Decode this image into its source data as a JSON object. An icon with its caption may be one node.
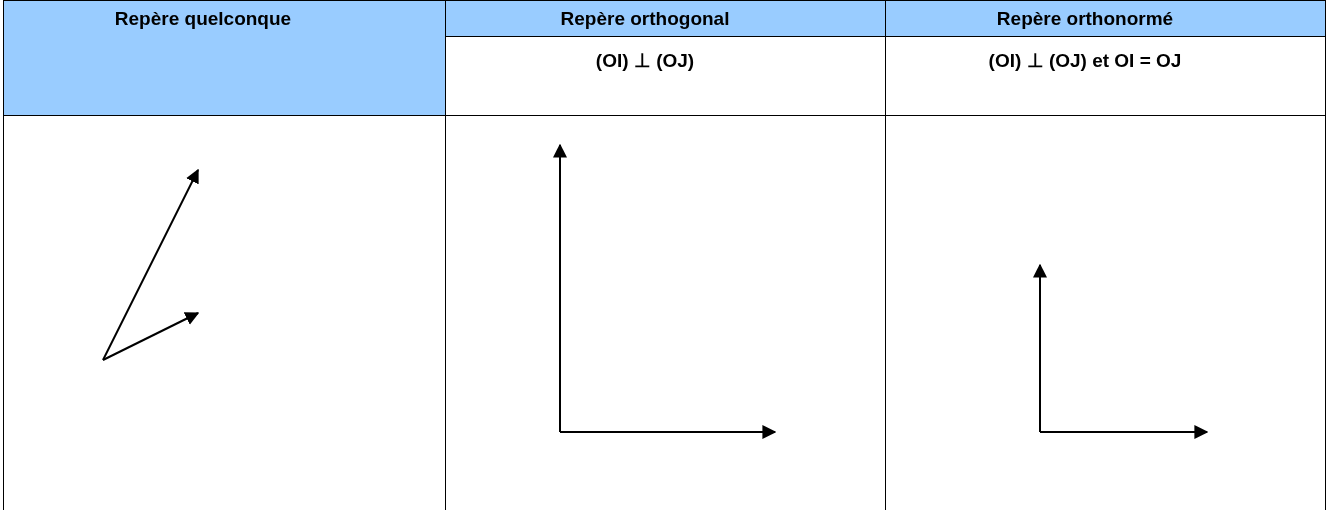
{
  "diagram": {
    "labels": [
      "Repère quelconque",
      "Repère orthogonal",
      "Repère orthonormé",
      "(OI) ⊥ (OJ)",
      "(OI) ⊥ (OJ) et OI = OJ"
    ]
  }
}
